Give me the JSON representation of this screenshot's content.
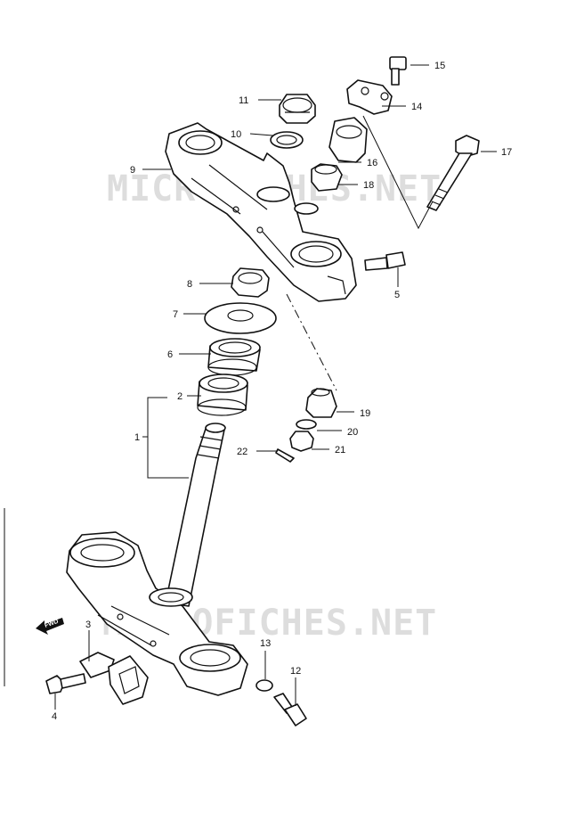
{
  "watermarks": [
    "MICROFICHES.NET",
    "MICROFICHES.NET"
  ],
  "fwd_label": "FWD",
  "callouts": {
    "c1": "1",
    "c2": "2",
    "c3": "3",
    "c4": "4",
    "c5": "5",
    "c6": "6",
    "c7": "7",
    "c8": "8",
    "c9": "9",
    "c10": "10",
    "c11": "11",
    "c12": "12",
    "c13": "13",
    "c14": "14",
    "c15": "15",
    "c16": "16",
    "c17": "17",
    "c18": "18",
    "c19": "19",
    "c20": "20",
    "c21": "21",
    "c22": "22"
  }
}
